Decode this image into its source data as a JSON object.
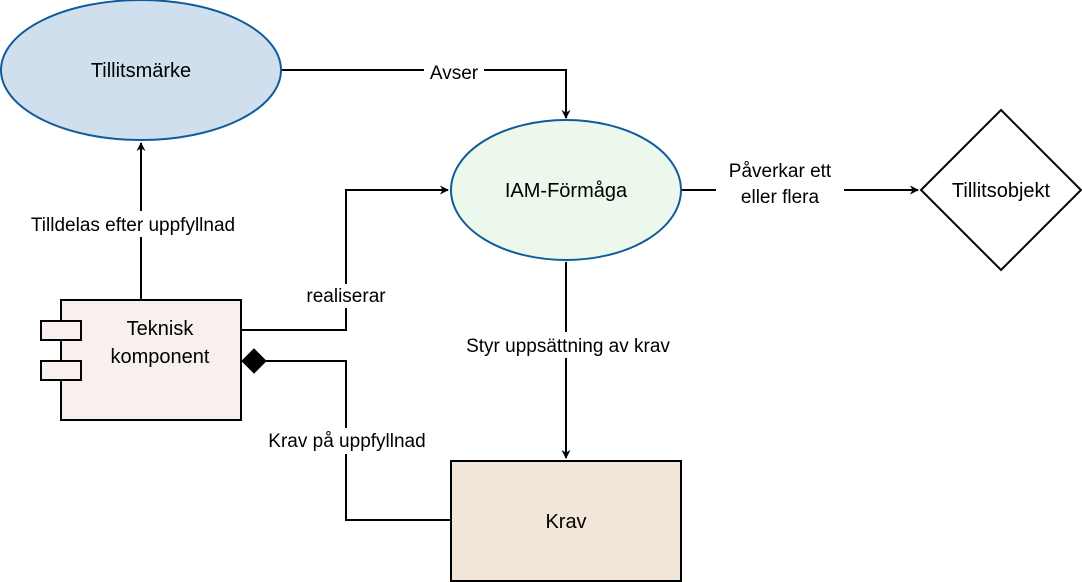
{
  "nodes": {
    "tillitsmarke": {
      "label": "Tillitsmärke",
      "fill": "#cfdfed",
      "stroke": "#0f5b9c"
    },
    "iam": {
      "label": "IAM-Förmåga",
      "fill": "#edf8ec",
      "stroke": "#0f5b9c"
    },
    "tillitsobjekt": {
      "label": "Tillitsobjekt",
      "fill": "#ffffff",
      "stroke": "#000000"
    },
    "komponent": {
      "label_line1": "Teknisk",
      "label_line2": "komponent",
      "fill": "#f8f0ec",
      "stroke": "#000000"
    },
    "krav": {
      "label": "Krav",
      "fill": "#f2e6da",
      "stroke": "#000000"
    }
  },
  "edges": {
    "avser": "Avser",
    "paverkar_line1": "Påverkar ett",
    "paverkar_line2": "eller flera",
    "tilldelas": "Tilldelas efter uppfyllnad",
    "realiserar": "realiserar",
    "styr": "Styr uppsättning av krav",
    "krav_pa": "Krav på uppfyllnad"
  }
}
